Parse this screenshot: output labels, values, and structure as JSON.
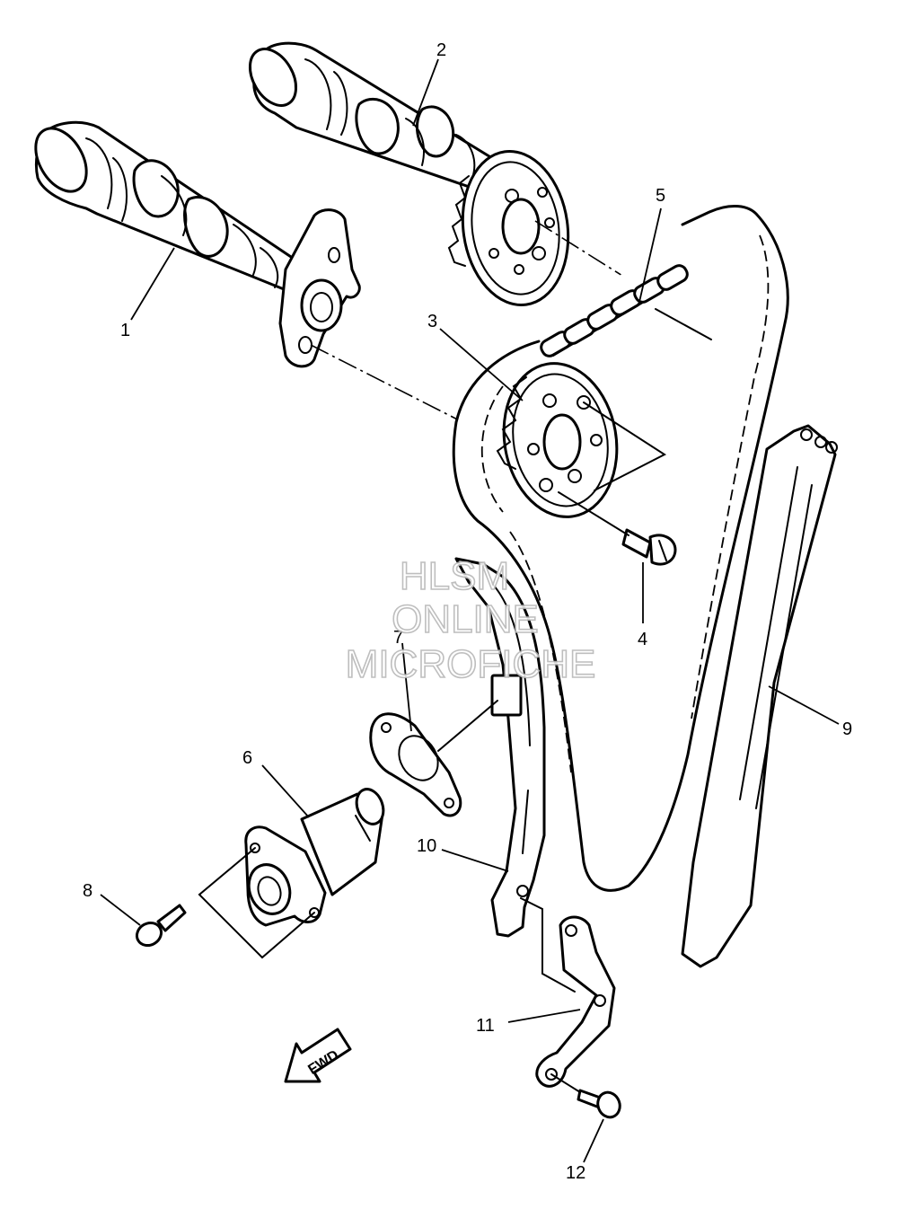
{
  "callouts": [
    "1",
    "2",
    "3",
    "4",
    "5",
    "6",
    "7",
    "8",
    "9",
    "10",
    "11",
    "12"
  ],
  "watermark": {
    "line1": "HLSM",
    "line2": "ONLINE",
    "line3": "MICROFICHE",
    "color": "#b8b8b8"
  },
  "direction_marker": {
    "label": "FWD",
    "icon": "arrow-left-down-icon"
  },
  "colors": {
    "line": "#000000",
    "background": "#ffffff"
  }
}
